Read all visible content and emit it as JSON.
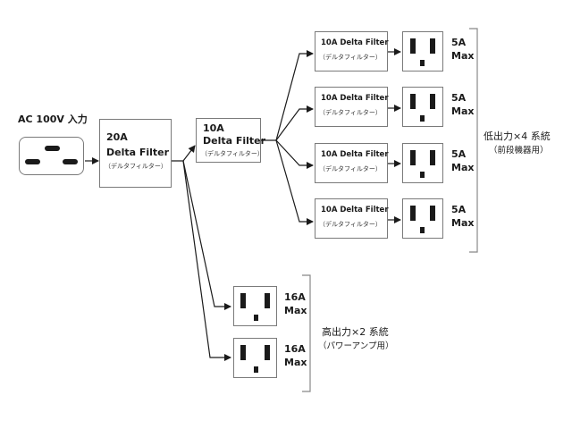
{
  "input": {
    "label": "AC 100V 入力",
    "icon": "iec-c19-inlet-icon"
  },
  "main_filter": {
    "rating": "20A",
    "name": "Delta Filter",
    "sub": "（デルタフィルター）"
  },
  "mid_filter": {
    "rating": "10A",
    "name": "Delta Filter",
    "sub": "（デルタフィルター）"
  },
  "low_power_branches": [
    {
      "filter_name": "10A Delta Filter",
      "filter_sub": "（デルタフィルター）",
      "amp": "5A",
      "max": "Max"
    },
    {
      "filter_name": "10A Delta Filter",
      "filter_sub": "（デルタフィルター）",
      "amp": "5A",
      "max": "Max"
    },
    {
      "filter_name": "10A Delta Filter",
      "filter_sub": "（デルタフィルター）",
      "amp": "5A",
      "max": "Max"
    },
    {
      "filter_name": "10A Delta Filter",
      "filter_sub": "（デルタフィルター）",
      "amp": "5A",
      "max": "Max"
    }
  ],
  "low_power_group": {
    "title": "低出力×4 系統",
    "sub": "（前段機器用）"
  },
  "high_power_branches": [
    {
      "amp": "16A",
      "max": "Max"
    },
    {
      "amp": "16A",
      "max": "Max"
    }
  ],
  "high_power_group": {
    "title": "高出力×2 系統",
    "sub": "（パワーアンプ用）"
  }
}
